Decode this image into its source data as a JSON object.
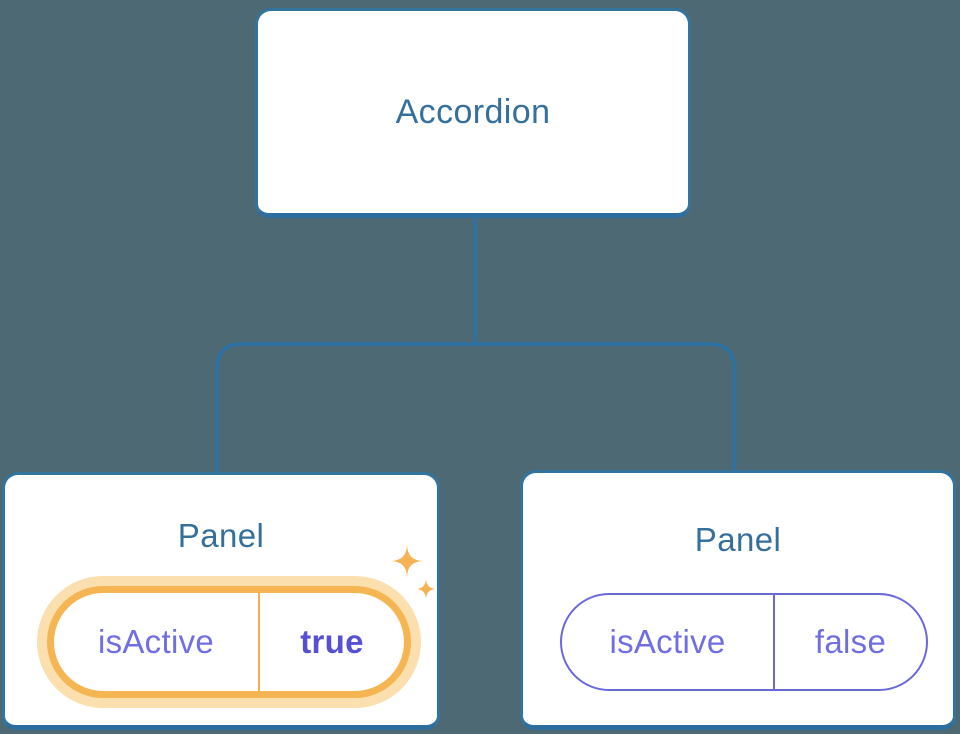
{
  "root_node": {
    "label": "Accordion"
  },
  "panels": [
    {
      "title": "Panel",
      "state": {
        "key": "isActive",
        "value": "true"
      },
      "highlighted": true
    },
    {
      "title": "Panel",
      "state": {
        "key": "isActive",
        "value": "false"
      },
      "highlighted": false
    }
  ],
  "colors": {
    "background": "#4d6973",
    "node_border": "#33749f",
    "node_border_bottom": "#2d6e9e",
    "node_text": "#35709d",
    "connector_line": "#2d72a4",
    "state_text": "#716ee3",
    "active_value_text": "#5551d2",
    "active_ring": "#f6b553",
    "active_halo": "#fbdfae",
    "active_divider": "#f3ad53",
    "inactive_border": "#6b68dc",
    "sparkle": "#f5b356"
  }
}
